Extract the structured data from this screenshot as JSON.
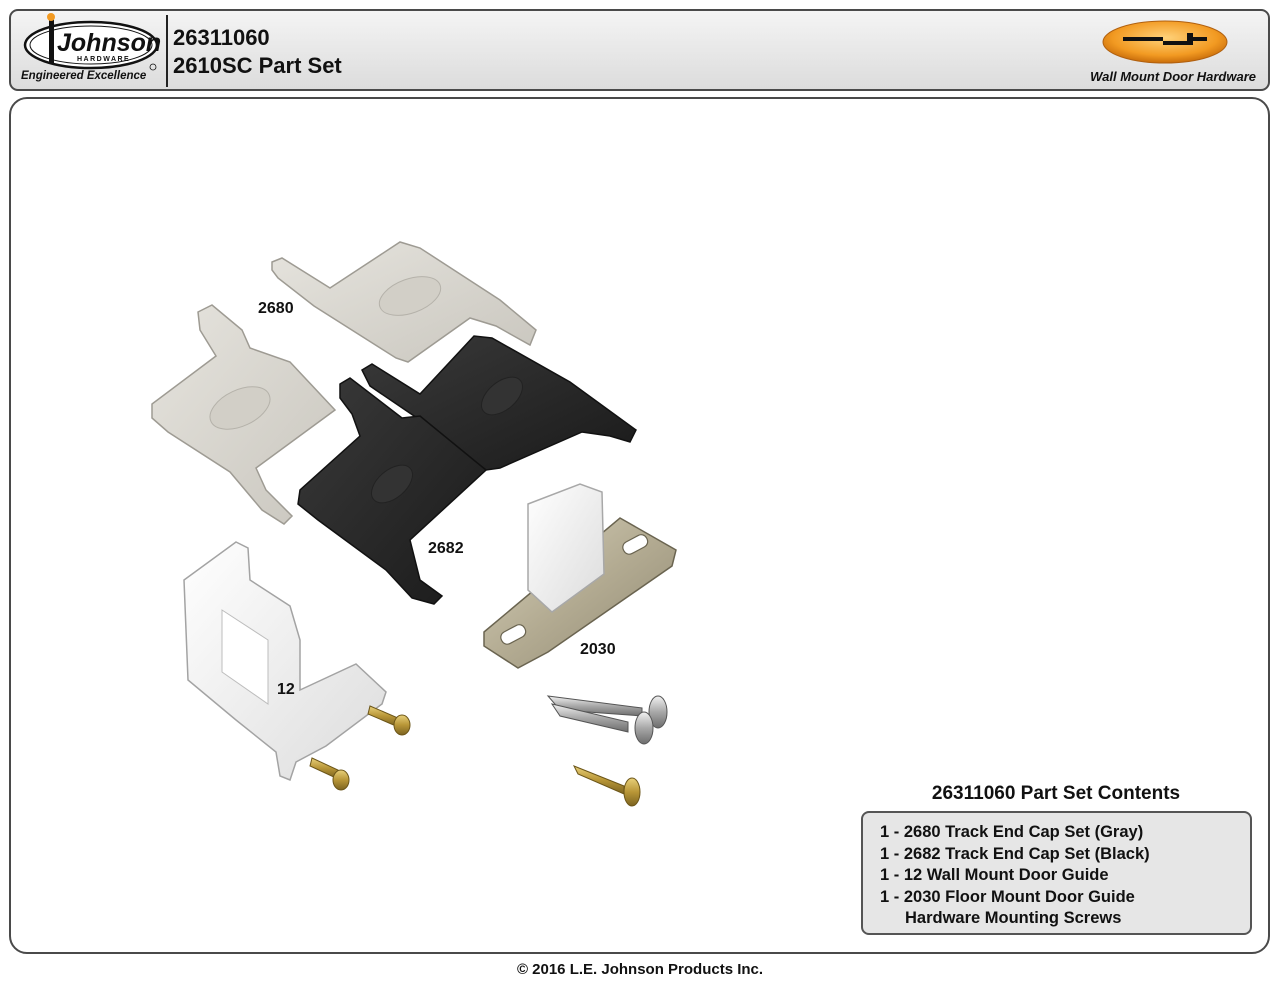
{
  "header": {
    "brand": "Johnson",
    "brand_sub": "HARDWARE",
    "tagline": "Engineered Excellence",
    "part_number": "26311060",
    "part_name": "2610SC Part Set",
    "category": "Wall Mount Door Hardware"
  },
  "parts": {
    "label_2680": "2680",
    "label_2682": "2682",
    "label_2030": "2030",
    "label_12": "12"
  },
  "contents": {
    "title": "26311060 Part Set Contents",
    "items": [
      "1 - 2680 Track End Cap Set (Gray)",
      "1 - 2682 Track End Cap Set (Black)",
      "1 - 12 Wall Mount Door Guide",
      "1 - 2030 Floor Mount Door Guide",
      "Hardware Mounting Screws"
    ]
  },
  "footer": "© 2016 L.E. Johnson Products Inc.",
  "colors": {
    "gray_cap": "#d8d6d0",
    "black_cap": "#2b2b2b",
    "guide_white": "#f0f0f0",
    "plate_steel": "#bdb6a0",
    "logo_orange": "#f29a22"
  }
}
